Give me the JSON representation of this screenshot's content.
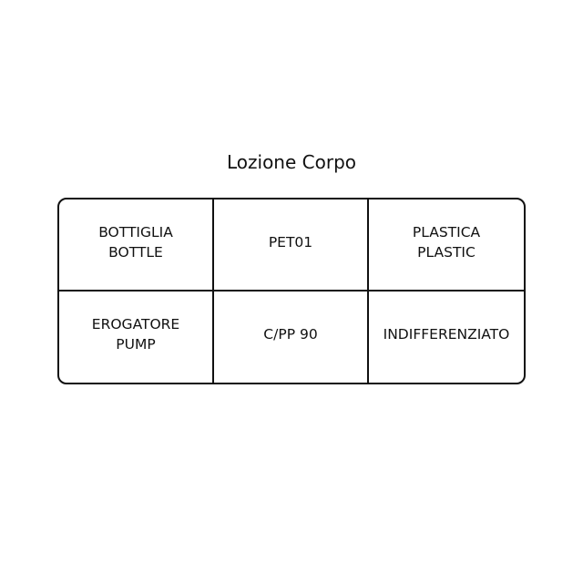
{
  "title": "Lozione Corpo",
  "rows": [
    [
      [
        "BOTTIGLIA",
        "BOTTLE"
      ],
      [
        "PET01"
      ],
      [
        "PLASTICA",
        "PLASTIC"
      ]
    ],
    [
      [
        "EROGATORE",
        "PUMP"
      ],
      [
        "C/PP 90"
      ],
      [
        "INDIFFERENZIATO"
      ]
    ]
  ]
}
